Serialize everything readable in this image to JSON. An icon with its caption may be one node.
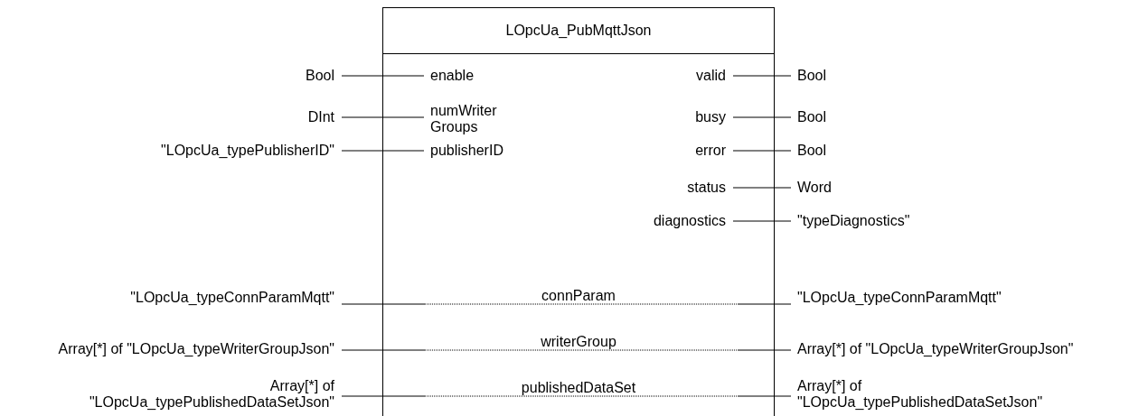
{
  "diagram": {
    "nodes": [
      {
        "text": [
          "LOpcUa_PubMqttJson"
        ]
      },
      {
        "text": [
          "Bool"
        ]
      },
      {
        "text": [
          "enable"
        ],
        "in": 0
      },
      {
        "text": [
          "valid"
        ],
        "in": 0
      },
      {
        "text": [
          "Bool"
        ]
      },
      {
        "text": [
          "DInt"
        ]
      },
      {
        "text": [
          "numWriter Groups"
        ],
        "in": 0
      },
      {
        "text": [
          "busy"
        ],
        "in": 0
      },
      {
        "text": [
          "Bool"
        ]
      },
      {
        "text": [
          "\"LOpcUa_typePublisherID\""
        ]
      },
      {
        "text": [
          "publisherID"
        ],
        "in": 0
      },
      {
        "text": [
          "error"
        ],
        "in": 0
      },
      {
        "text": [
          "Bool"
        ]
      },
      {
        "text": [
          "status"
        ],
        "in": 0
      },
      {
        "text": [
          "Word"
        ]
      },
      {
        "text": [
          "diagnostics"
        ],
        "in": 0
      },
      {
        "text": [
          "\"typeDiagnostics\""
        ]
      },
      {
        "text": [
          "\"LOpcUa_typeConnParamMqtt\""
        ]
      },
      {
        "text": [
          "\"LOpcUa_typeConnParamMqtt\""
        ]
      },
      {
        "text": [
          "Array[*] of \"LOpcUa_typeWriterGroupJson\""
        ]
      },
      {
        "text": [
          "Array[*] of \"LOpcUa_typeWriterGroupJson\""
        ]
      },
      {
        "text": [
          "Array[*] of \"LOpcUa_typePublishedDataSetJson\""
        ]
      },
      {
        "text": [
          "Array[*] of \"LOpcUa_typePublishedDataSetJson\""
        ]
      }
    ],
    "edges": [
      {
        "from": 1,
        "to": 2,
        "arrow": "none"
      },
      {
        "from": 3,
        "to": 4,
        "arrow": "none"
      },
      {
        "from": 5,
        "to": 6,
        "arrow": "none"
      },
      {
        "from": 7,
        "to": 8,
        "arrow": "none"
      },
      {
        "from": 9,
        "to": 10,
        "arrow": "none"
      },
      {
        "from": 11,
        "to": 12,
        "arrow": "none"
      },
      {
        "from": 13,
        "to": 14,
        "arrow": "none"
      },
      {
        "from": 15,
        "to": 16,
        "arrow": "none"
      },
      {
        "from": 17,
        "to": 18,
        "arrow": "none",
        "label": "connParam",
        "style": "dashed"
      },
      {
        "from": 19,
        "to": 20,
        "arrow": "none",
        "label": "writerGroup",
        "style": "dashed"
      },
      {
        "from": 21,
        "to": 22,
        "arrow": "none",
        "label": "publishedDataSet",
        "style": "dashed"
      }
    ]
  }
}
